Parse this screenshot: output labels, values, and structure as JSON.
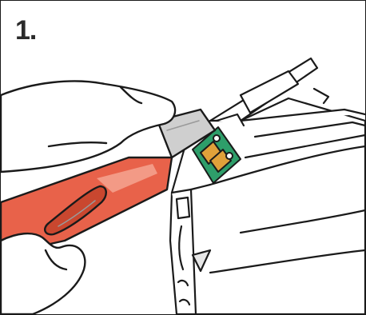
{
  "step": {
    "number": "1."
  },
  "colors": {
    "outline": "#1a1a1a",
    "tool_handle": "#e8624a",
    "tool_highlight": "#f39a86",
    "tool_shadow": "#c9472f",
    "blade": "#cfcfcf",
    "chip_board": "#2e9e6a",
    "chip_contact": "#e0a13a",
    "skin": "#ffffff"
  },
  "icons": {
    "cartridge": "ink-cartridge-illustration",
    "chip": "cartridge-chip-illustration",
    "tool": "utility-knife-illustration",
    "hand": "hand-illustration"
  }
}
